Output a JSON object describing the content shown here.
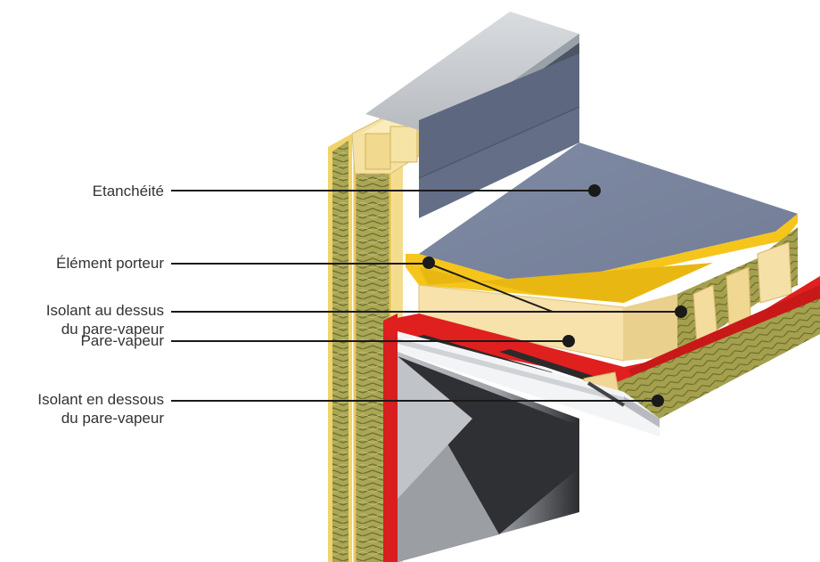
{
  "labels": {
    "etancheite": {
      "line1": "Etanchéité"
    },
    "element_porteur": {
      "line1": "Élément porteur"
    },
    "isolant_dessus": {
      "line1": "Isolant au dessus",
      "line2": "du pare-vapeur"
    },
    "pare_vapeur": {
      "line1": "Pare-vapeur"
    },
    "isolant_dessous": {
      "line1": "Isolant en dessous",
      "line2": "du pare-vapeur"
    }
  },
  "colors": {
    "membrane": "#7c86a0",
    "steel_deck": "#f2c21b",
    "insulation": "#f6dea6",
    "wool_texture": "#8b8c3e",
    "vapor_barrier": "#e02020",
    "wall_block": "#f0e0a8",
    "metal_cap": "#c9ccd1",
    "wall_face": "#3a3c40",
    "leader_line": "#1a1a1a"
  }
}
